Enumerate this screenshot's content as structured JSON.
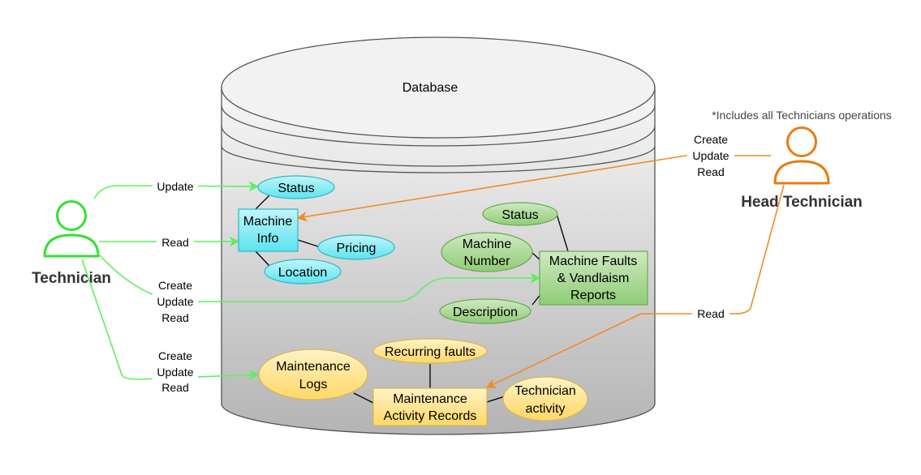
{
  "database": {
    "label": "Database"
  },
  "note": {
    "text": "*Includes all Technicians operations"
  },
  "actors": {
    "technician": {
      "name": "Technician",
      "color": "#33e133"
    },
    "head_technician": {
      "name": "Head Technician",
      "color": "#e87c14"
    }
  },
  "colors": {
    "cyan_fill": "#66e6f0",
    "green_fill": "#9fd28a",
    "yellow_fill": "#ffdd7a",
    "green_arrow": "#5cf05c",
    "orange_arrow": "#f08c24"
  },
  "cyan_group": {
    "entity": [
      "Machine",
      "Info"
    ],
    "attributes": {
      "status": "Status",
      "pricing": "Pricing",
      "location": "Location"
    }
  },
  "green_group": {
    "entity": [
      "Machine Faults",
      "& Vandlaism",
      "Reports"
    ],
    "attributes": {
      "status": "Status",
      "machine_number": [
        "Machine",
        "Number"
      ],
      "description": "Description"
    }
  },
  "yellow_group": {
    "entity": [
      "Maintenance",
      "Activity Records"
    ],
    "attributes": {
      "maintenance_logs": [
        "Maintenance",
        "Logs"
      ],
      "recurring_faults": "Recurring faults",
      "technician_activity": [
        "Technician",
        "activity"
      ]
    }
  },
  "edges": {
    "tech_update": "Update",
    "tech_read": "Read",
    "tech_cur_faults": [
      "Create",
      "Update",
      "Read"
    ],
    "tech_cur_logs": [
      "Create",
      "Update",
      "Read"
    ],
    "head_cur": [
      "Create",
      "Update",
      "Read"
    ],
    "head_read": "Read"
  }
}
